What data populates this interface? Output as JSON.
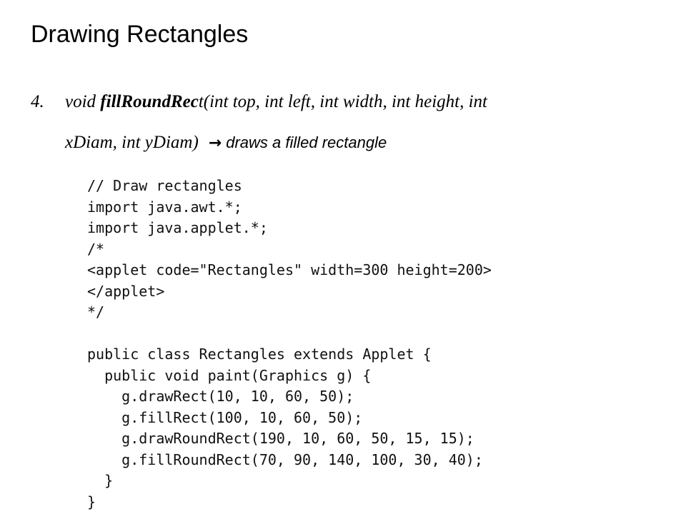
{
  "slide": {
    "title": "Drawing Rectangles",
    "bullet": {
      "number": "4.",
      "line1_prefix": "void ",
      "line1_function": "fillRoundRec",
      "line1_rest": "t(int top, int left, int width, int height, int",
      "line2_params": "xDiam, int yDiam)",
      "arrow": "→",
      "description": "draws a filled rectangle"
    },
    "code_lines": [
      "// Draw rectangles",
      "import java.awt.*;",
      "import java.applet.*;",
      "/*",
      "<applet code=\"Rectangles\" width=300 height=200>",
      "</applet>",
      "*/",
      "",
      "public class Rectangles extends Applet {",
      "  public void paint(Graphics g) {",
      "    g.drawRect(10, 10, 60, 50);",
      "    g.fillRect(100, 10, 60, 50);",
      "    g.drawRoundRect(190, 10, 60, 50, 15, 15);",
      "    g.fillRoundRect(70, 90, 140, 100, 30, 40);",
      "  }",
      "}"
    ]
  }
}
